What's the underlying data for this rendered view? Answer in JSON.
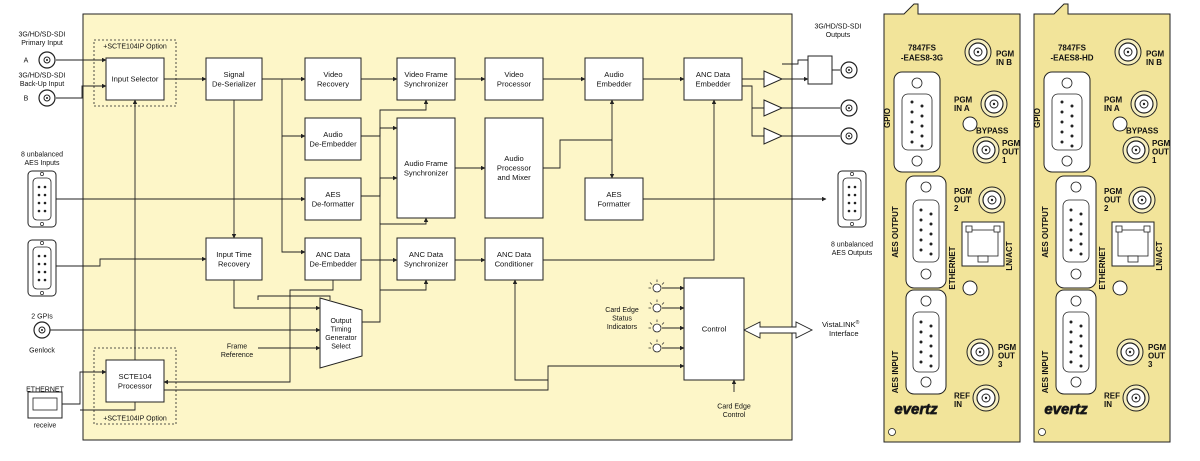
{
  "inputs": {
    "primary": [
      "3G/HD/SD-SDI",
      "Primary Input"
    ],
    "backup": [
      "3G/HD/SD-SDI",
      "Back-Up Input"
    ],
    "a": "A",
    "b": "B",
    "aes": [
      "8 unbalanced",
      "AES Inputs"
    ],
    "gpis": "2 GPIs",
    "genlock": "Genlock",
    "ethernet": "ETHERNET",
    "receive": "receive"
  },
  "options": {
    "top": "+SCTE104IP Option",
    "bottom": "+SCTE104IP Option"
  },
  "blocks": {
    "input_selector": [
      "Input Selector"
    ],
    "deserializer": [
      "Signal",
      "De-Serializer"
    ],
    "video_recovery": [
      "Video",
      "Recovery"
    ],
    "video_frame_sync": [
      "Video Frame",
      "Synchronizer"
    ],
    "video_processor": [
      "Video",
      "Processor"
    ],
    "audio_embedder": [
      "Audio",
      "Embedder"
    ],
    "anc_embedder": [
      "ANC Data",
      "Embedder"
    ],
    "audio_deembedder": [
      "Audio",
      "De-Embedder"
    ],
    "audio_frame_sync": [
      "Audio Frame",
      "Synchronizer"
    ],
    "audio_processor": [
      "Audio",
      "Processor",
      "and Mixer"
    ],
    "aes_deformatter": [
      "AES",
      "De-formatter"
    ],
    "aes_formatter": [
      "AES",
      "Formatter"
    ],
    "input_time_recovery": [
      "Input Time",
      "Recovery"
    ],
    "anc_deembedder": [
      "ANC Data",
      "De-Embedder"
    ],
    "anc_sync": [
      "ANC Data",
      "Synchronizer"
    ],
    "anc_conditioner": [
      "ANC Data",
      "Conditioner"
    ],
    "otg": [
      "Output",
      "Timing",
      "Generator",
      "Select"
    ],
    "scte104": [
      "SCTE104",
      "Processor"
    ],
    "control": [
      "Control"
    ]
  },
  "labels": {
    "outputs": [
      "3G/HD/SD-SDI",
      "Outputs"
    ],
    "aes_outputs": [
      "8 unbalanced",
      "AES Outputs"
    ],
    "frame_reference": [
      "Frame",
      "Reference"
    ],
    "status": [
      "Card Edge",
      "Status",
      "Indicators"
    ],
    "card_edge_control": [
      "Card Edge",
      "Control"
    ],
    "vistalink": [
      "VistaLINK",
      "Interface"
    ],
    "vistalink_reg": "®"
  },
  "panels": [
    {
      "model": [
        "7847FS",
        "-EAES8-3G"
      ],
      "gpio": "GPIO",
      "aes_output": "AES OUTPUT",
      "aes_input": "AES INPUT",
      "ethernet": "ETHERNET",
      "lnact": "LN/ACT",
      "pgm_in_b": [
        "PGM",
        "IN B"
      ],
      "pgm_in_a": [
        "PGM",
        "IN A"
      ],
      "bypass": "BYPASS",
      "pgm_out_1": [
        "PGM",
        "OUT",
        "1"
      ],
      "pgm_out_2": [
        "PGM",
        "OUT",
        "2"
      ],
      "pgm_out_3": [
        "PGM",
        "OUT",
        "3"
      ],
      "ref_in": [
        "REF",
        "IN"
      ],
      "brand": "evertz"
    },
    {
      "model": [
        "7847FS",
        "-EAES8-HD"
      ],
      "gpio": "GPIO",
      "aes_output": "AES OUTPUT",
      "aes_input": "AES INPUT",
      "ethernet": "ETHERNET",
      "lnact": "LN/ACT",
      "pgm_in_b": [
        "PGM",
        "IN B"
      ],
      "pgm_in_a": [
        "PGM",
        "IN A"
      ],
      "bypass": "BYPASS",
      "pgm_out_1": [
        "PGM",
        "OUT",
        "1"
      ],
      "pgm_out_2": [
        "PGM",
        "OUT",
        "2"
      ],
      "pgm_out_3": [
        "PGM",
        "OUT",
        "3"
      ],
      "ref_in": [
        "REF",
        "IN"
      ],
      "brand": "evertz"
    }
  ],
  "colors": {
    "board": "#fdf6c8",
    "panel": "#f2e49a",
    "brand": "#ffffff"
  }
}
